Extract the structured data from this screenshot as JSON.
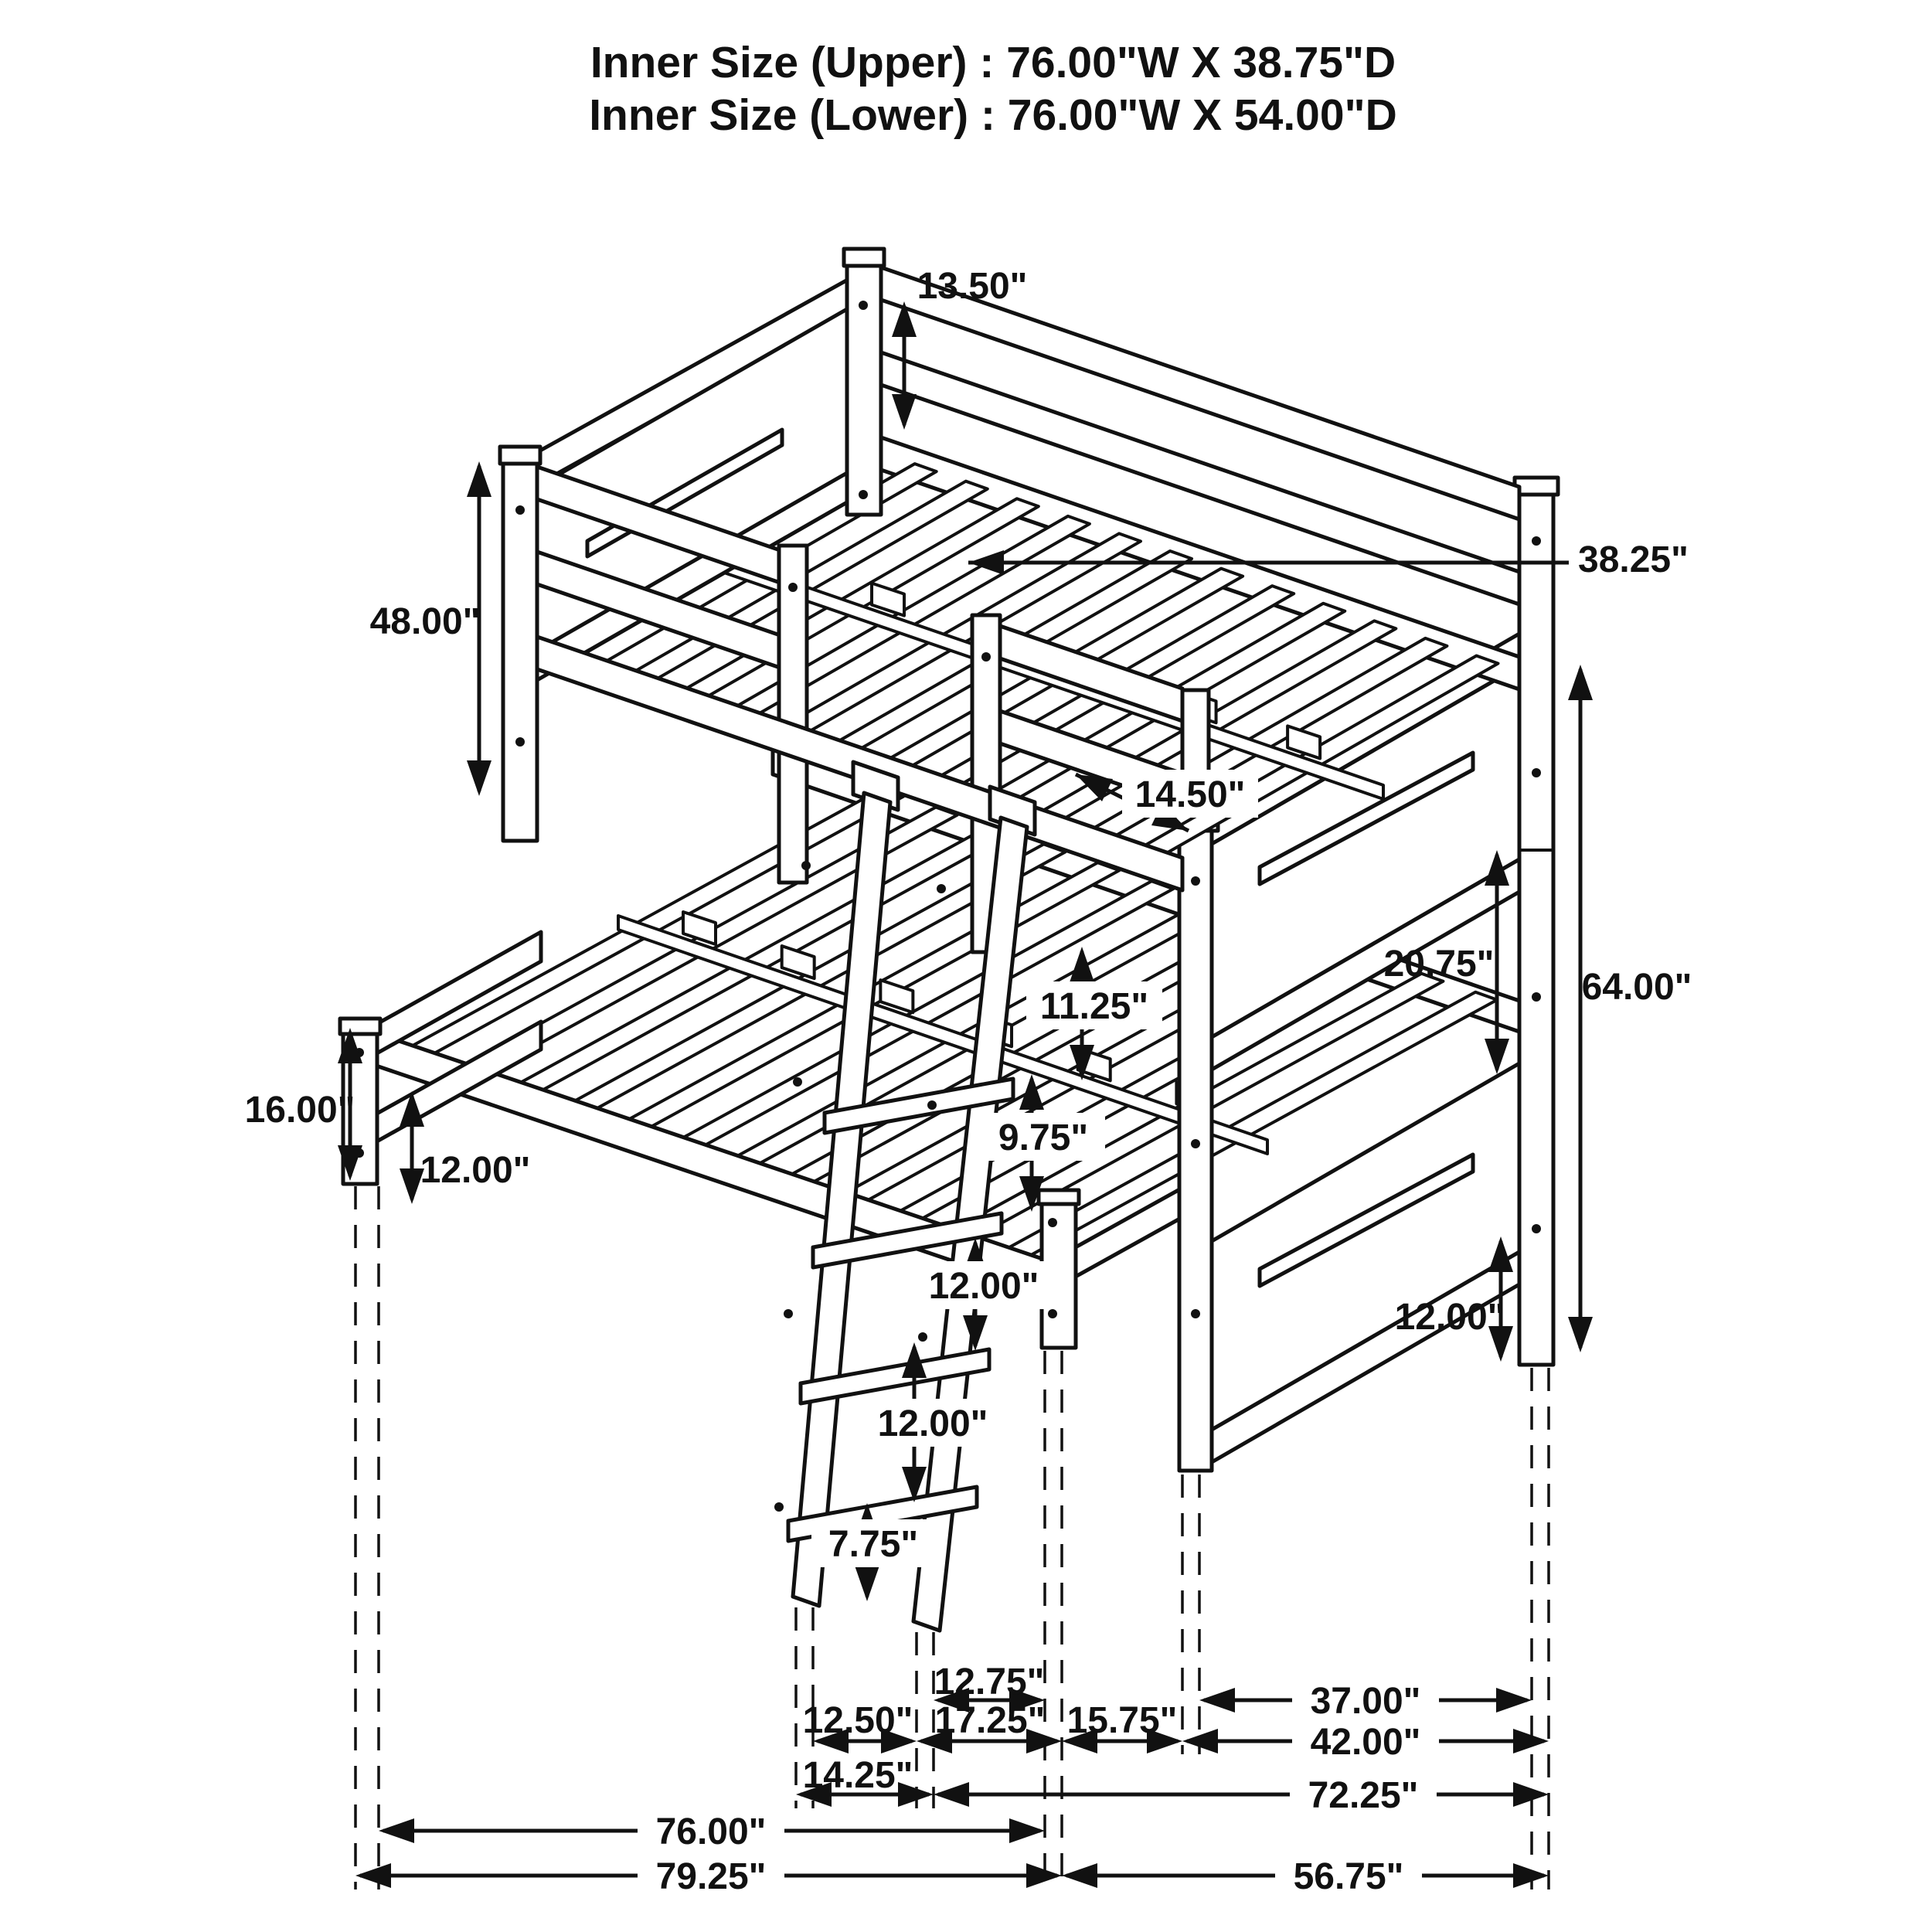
{
  "page": {
    "background": "#ffffff",
    "line_color": "#111111"
  },
  "title": {
    "line1": "Inner Size (Upper) : 76.00\"W X 38.75\"D",
    "line2": "Inner Size (Lower) : 76.00\"W X 54.00\"D"
  },
  "dimensions": {
    "guard_rail_above_deck": "13.50\"",
    "upper_deck_pointer": "38.25\"",
    "upper_section_height": "48.00\"",
    "guard_rail_height": "14.50\"",
    "bunk_gap_height": "20.75\"",
    "overall_height": "64.00\"",
    "lower_leg_height": "16.00\"",
    "lower_rail_clearance": "12.00\"",
    "ladder_gap_top": "11.25\"",
    "ladder_gap_2": "9.75\"",
    "ladder_gap_3": "12.00\"",
    "ladder_gap_4": "12.00\"",
    "ladder_bottom_height": "7.75\"",
    "right_leg_clearance": "12.00\"",
    "ladder_to_leg_gap": "12.75\"",
    "ladder_inner_width": "12.50\"",
    "ladder_outer_span": "17.25\"",
    "leg_to_post_gap": "15.75\"",
    "right_section_width": "37.00\"",
    "right_overall_width": "42.00\"",
    "ladder_outer_width": "14.25\"",
    "frame_span": "72.25\"",
    "lower_bed_length": "76.00\"",
    "overall_length": "79.25\"",
    "right_span": "56.75\""
  }
}
